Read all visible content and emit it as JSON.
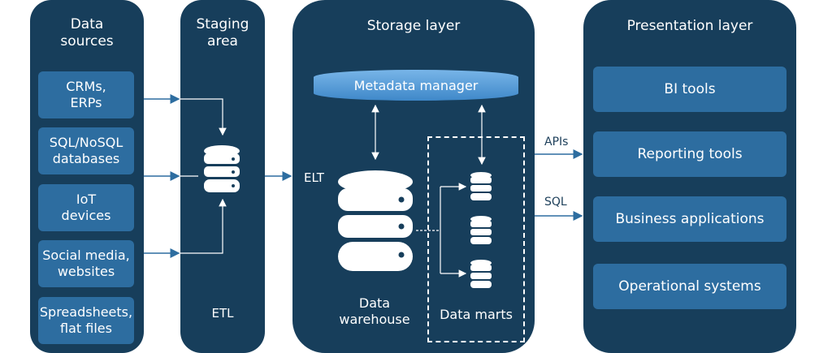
{
  "colors": {
    "panel": "#173e5b",
    "box": "#2d6da0",
    "metadata": "#4f9bd9",
    "arrow": "#2d6da0"
  },
  "data_sources": {
    "title": "Data\nsources",
    "items": [
      {
        "label": "CRMs,\nERPs"
      },
      {
        "label": "SQL/NoSQL\ndatabases"
      },
      {
        "label": "IoT\ndevices"
      },
      {
        "label": "Social media,\nwebsites"
      },
      {
        "label": "Spreadsheets,\nflat files"
      }
    ]
  },
  "staging": {
    "title": "Staging\narea",
    "footer": "ETL",
    "icon": "database-icon"
  },
  "storage": {
    "title": "Storage layer",
    "metadata_manager": "Metadata manager",
    "elt_label": "ELT",
    "warehouse_label": "Data\nwarehouse",
    "marts_label": "Data marts"
  },
  "connectors": {
    "apis": "APIs",
    "sql": "SQL"
  },
  "presentation": {
    "title": "Presentation layer",
    "items": [
      {
        "label": "BI tools"
      },
      {
        "label": "Reporting tools"
      },
      {
        "label": "Business applications"
      },
      {
        "label": "Operational systems"
      }
    ]
  }
}
